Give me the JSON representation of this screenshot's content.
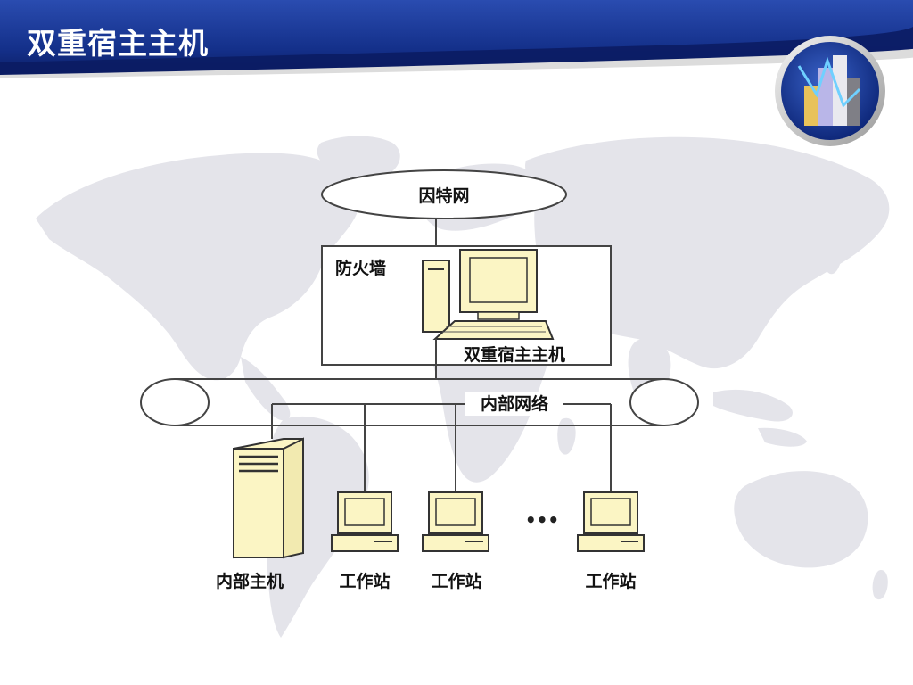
{
  "slide": {
    "title": "双重宿主主机"
  },
  "diagram": {
    "internet_label": "因特网",
    "firewall_label": "防火墙",
    "dual_homed_host_label": "双重宿主主机",
    "internal_network_label": "内部网络",
    "internal_host_label": "内部主机",
    "workstation_labels": [
      "工作站",
      "工作站",
      "工作站"
    ],
    "ellipsis": "•••"
  },
  "colors": {
    "header_dark": "#0a1a5c",
    "header_blue": "#1e3d9e",
    "device_fill": "#fbf5c4",
    "line": "#333333",
    "world_map": "#e3e3e8"
  }
}
